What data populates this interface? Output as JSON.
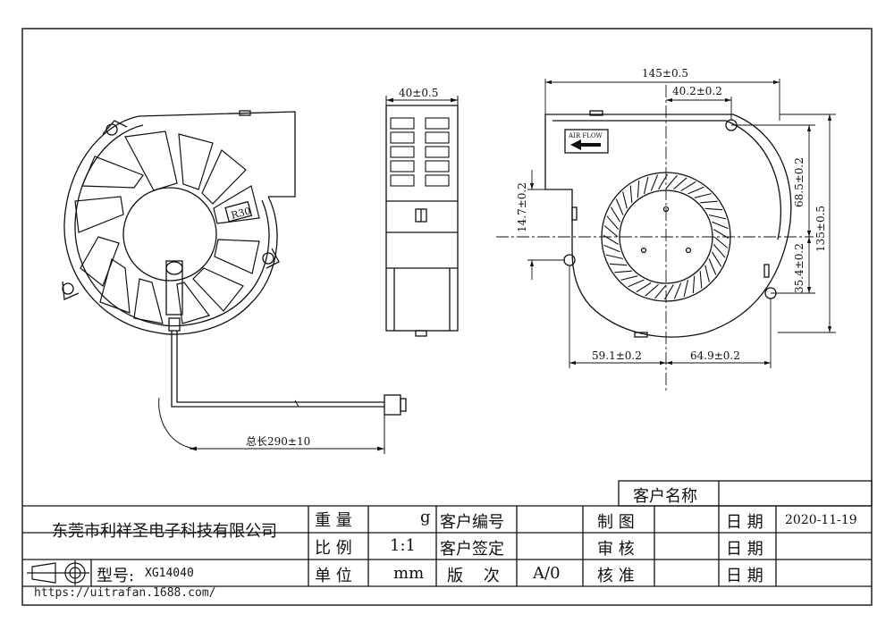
{
  "dimensions": {
    "outer_width": "145±0.5",
    "top_offset": "40.2±0.2",
    "side_width": "40±0.5",
    "height_upper": "68.5±0.2",
    "height_total": "135±0.5",
    "height_lower": "35.4±0.2",
    "outlet_offset": "14.7±0.2",
    "bottom_left": "59.1±0.2",
    "bottom_right": "64.9±0.2",
    "cable_length": "总长290±10",
    "radius_label": "R30",
    "airflow_label": "AIR FLOW"
  },
  "title_block": {
    "company": "东莞市利祥圣电子科技有限公司",
    "model_label": "型号:",
    "model_value": "XG14040",
    "customer_name_label": "客户名称",
    "rows": [
      {
        "label": "重 量",
        "value": "g",
        "label2": "客户编号",
        "value2": "",
        "label3": "制 图",
        "value3": "",
        "label4": "日 期",
        "value4": "2020-11-19"
      },
      {
        "label": "比 例",
        "value": "1:1",
        "label2": "客户签定",
        "value2": "",
        "label3": "审 核",
        "value3": "",
        "label4": "日 期",
        "value4": ""
      },
      {
        "label": "单 位",
        "value": "mm",
        "label2": "版    次",
        "value2": "A/0",
        "label3": "核 准",
        "value3": "",
        "label4": "日 期",
        "value4": ""
      }
    ]
  },
  "footer_url": "https://uitrafan.1688.com/"
}
